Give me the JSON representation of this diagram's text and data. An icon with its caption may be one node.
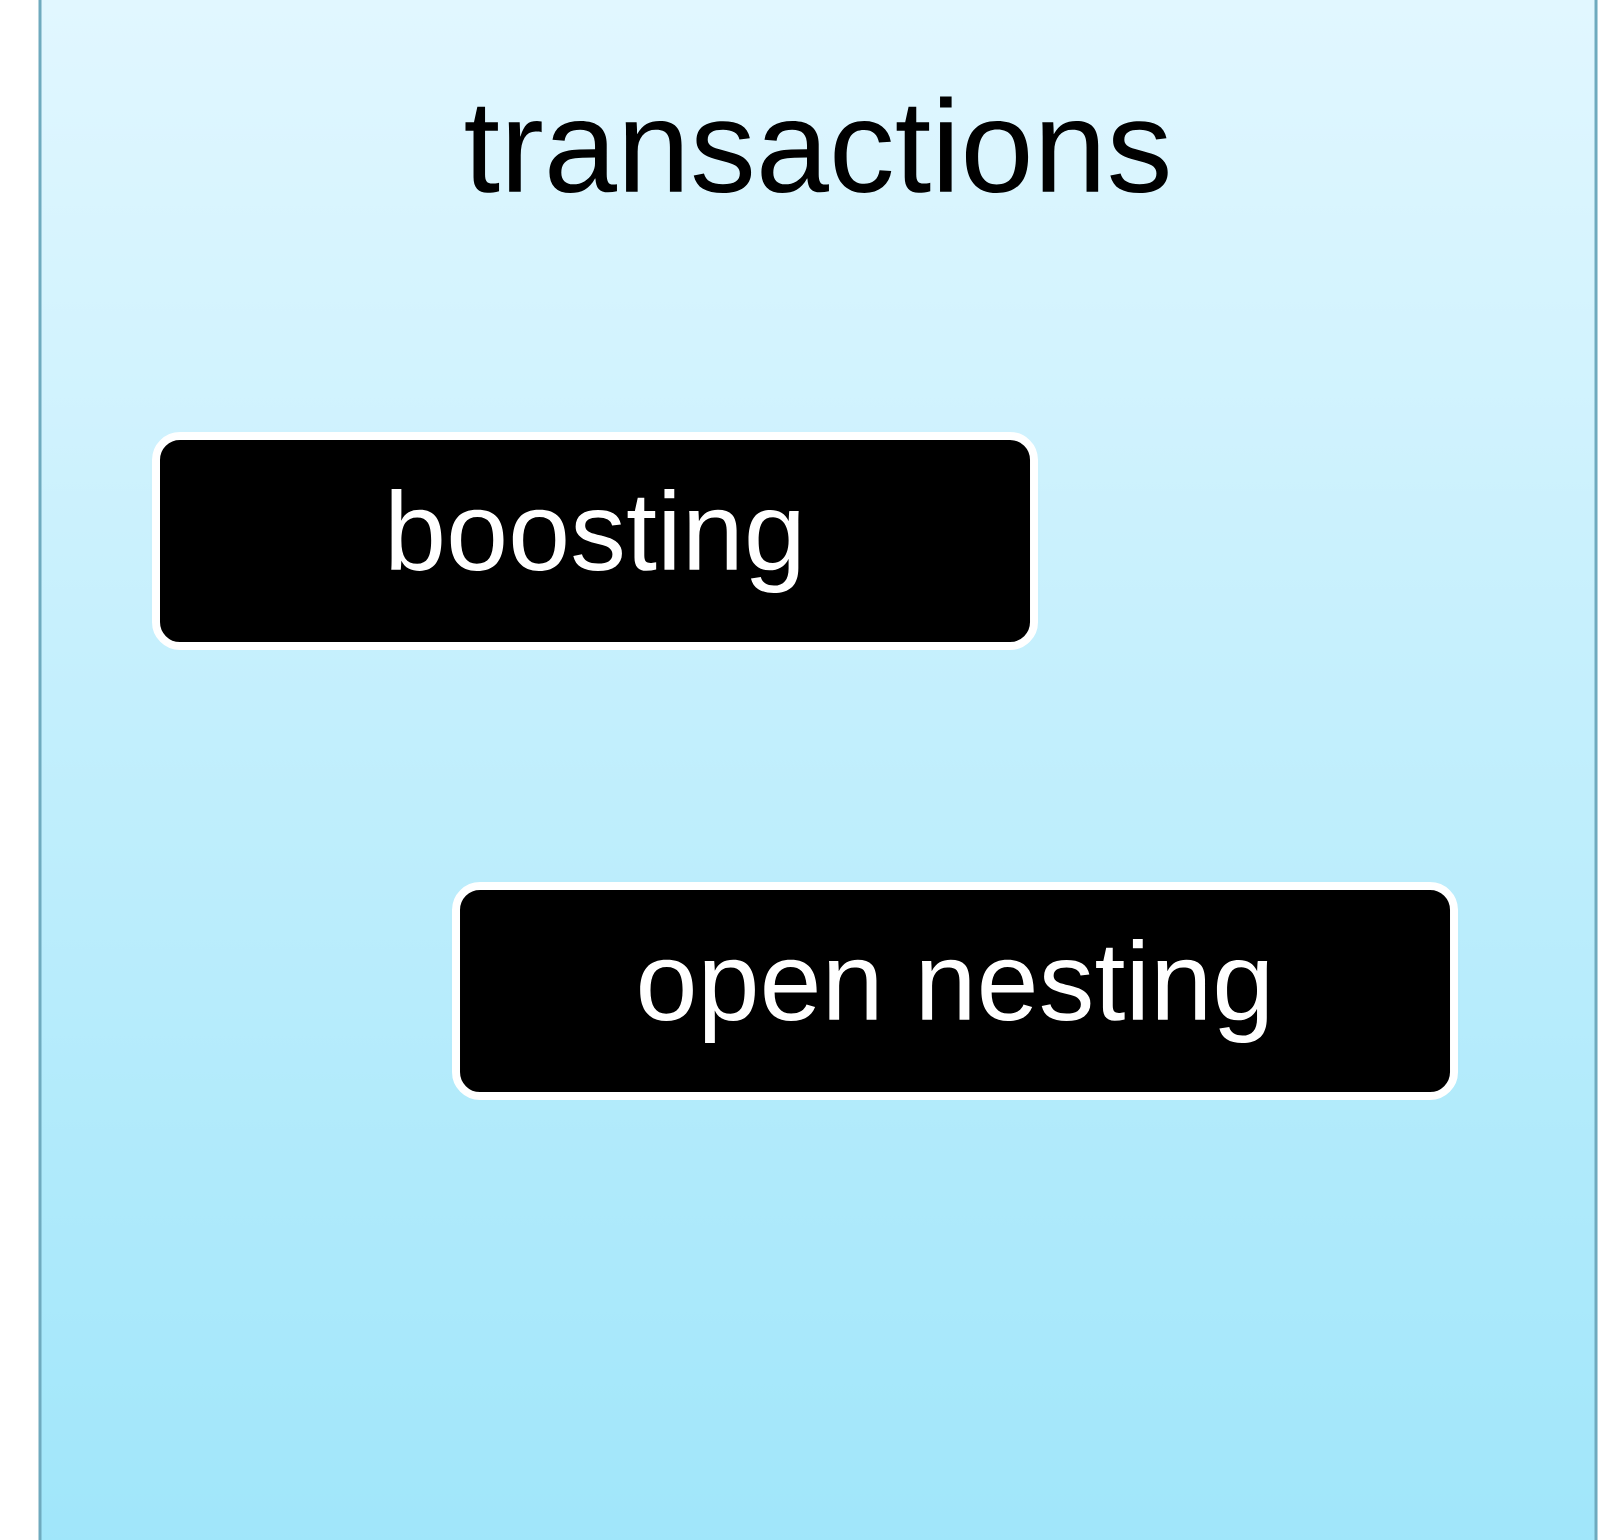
{
  "diagram": {
    "nodes": [
      {
        "text": [
          "transactions"
        ]
      },
      {
        "text": [
          "boosting"
        ],
        "in": 0
      },
      {
        "text": [
          "open nesting"
        ],
        "in": 0
      }
    ]
  }
}
